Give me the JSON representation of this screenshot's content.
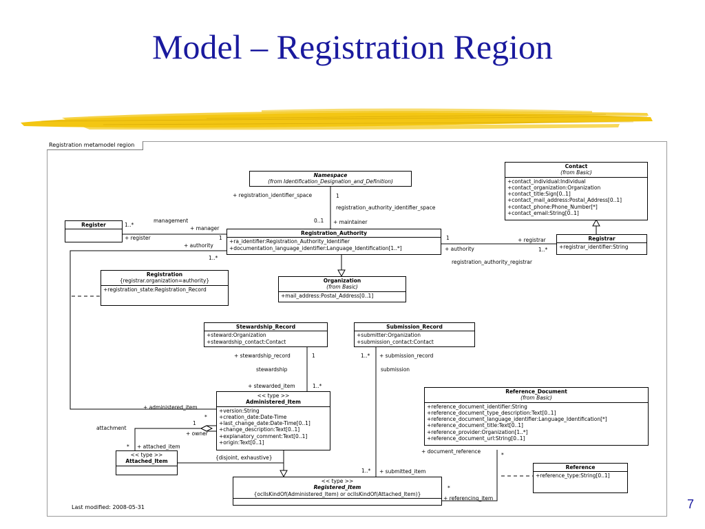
{
  "slide": {
    "title": "Model – Registration Region",
    "page_number": "7",
    "accent_color": "#1a1a9e",
    "brush_color": "#f2c200"
  },
  "diagram": {
    "frame_label": "Registration metamodel region",
    "last_modified": "Last modified: 2008-05-31",
    "classes": {
      "namespace": {
        "name": "Namespace",
        "from": "(from Identification_Designation_and_Definition)"
      },
      "contact": {
        "name": "Contact",
        "from": "(from Basic)",
        "attrs": [
          "+contact_individual:Individual",
          "+contact_organization:Organization",
          "+contact_title:Sign[0..1]",
          "+contact_mail_address:Postal_Address[0..1]",
          "+contact_phone:Phone_Number[*]",
          "+contact_email:String[0..1]"
        ]
      },
      "register": {
        "name": "Register"
      },
      "registration_authority": {
        "name": "Registration_Authority",
        "attrs": [
          "+ra_identifier:Registration_Authority_Identifier",
          "+documentation_language_identifier:Language_Identification[1..*]"
        ]
      },
      "registrar": {
        "name": "Registrar",
        "attrs": [
          "+registrar_identifier:String"
        ]
      },
      "registration": {
        "name": "Registration",
        "constraint": "{registrar.organization=authority}",
        "attrs": [
          "+registration_state:Registration_Record"
        ]
      },
      "organization": {
        "name": "Organization",
        "from": "(from Basic)",
        "attrs": [
          "+mail_address:Postal_Address[0..1]"
        ]
      },
      "stewardship_record": {
        "name": "Stewardship_Record",
        "attrs": [
          "+steward:Organization",
          "+stewardship_contact:Contact"
        ]
      },
      "submission_record": {
        "name": "Submission_Record",
        "attrs": [
          "+submitter:Organization",
          "+submission_contact:Contact"
        ]
      },
      "administered_item": {
        "stereotype": "<< type >>",
        "name": "Administered_Item",
        "attrs": [
          "+version:String",
          "+creation_date:Date-Time",
          "+last_change_date:Date-Time[0..1]",
          "+change_description:Text[0..1]",
          "+explanatory_comment:Text[0..1]",
          "+origin:Text[0..1]"
        ]
      },
      "reference_document": {
        "name": "Reference_Document",
        "from": "(from Basic)",
        "attrs": [
          "+reference_document_identifier:String",
          "+reference_document_type_description:Text[0..1]",
          "+reference_document_language_identifier:Language_Identification[*]",
          "+reference_document_title:Text[0..1]",
          "+reference_provider:Organization[1..*]",
          "+reference_document_url:String[0..1]"
        ]
      },
      "attached_item": {
        "stereotype": "<< type >>",
        "name": "Attached_Item"
      },
      "reference": {
        "name": "Reference",
        "attrs": [
          "+reference_type:String[0..1]"
        ]
      },
      "registered_item": {
        "stereotype": "<< type >>",
        "name": "Registered_Item",
        "constraint": "{oclIsKindOf(Administered_Item) or oclIsKindOf(Attached_Item)}"
      }
    },
    "labels": {
      "registration_identifier_space": "+ registration_identifier_space",
      "ns_mult_1": "1",
      "registration_authority_identifier_space": "registration_authority_identifier_space",
      "ra_mult_0_1": "0..1",
      "maintainer": "+ maintainer",
      "management": "management",
      "manager": "+ manager",
      "reg_mult_1_star": "1..*",
      "register_role": "+ register",
      "register_mult_1": "1",
      "authority_left": "+ authority",
      "ra_1_star": "1..*",
      "ra_right_mult_1": "1",
      "authority_right": "+ authority",
      "registrar_role": "+ registrar",
      "registrar_mult": "1..*",
      "registration_authority_registrar": "registration_authority_registrar",
      "stewardship_record_role": "+ stewardship_record",
      "sr_mult_1": "1",
      "stewardship": "stewardship",
      "stewarded_item": "+ stewarded_item",
      "sr_mult_1_star": "1..*",
      "sub_mult_1_star": "1..*",
      "submission_record_role": "+ submission_record",
      "submission": "submission",
      "administered_item_role": "+ administered_item",
      "ai_star": "*",
      "ai_1": "1",
      "owner": "+ owner",
      "attachment": "attachment",
      "att_star": "*",
      "attached_item_role": "+ attached_item",
      "disjoint": "{disjoint, exhaustive}",
      "submitted_mult": "1..*",
      "submitted_item": "+ submitted_item",
      "document_reference": "+ document_reference",
      "docref_star": "*",
      "refitem_star": "*",
      "referencing_item": "+ referencing_item"
    }
  }
}
